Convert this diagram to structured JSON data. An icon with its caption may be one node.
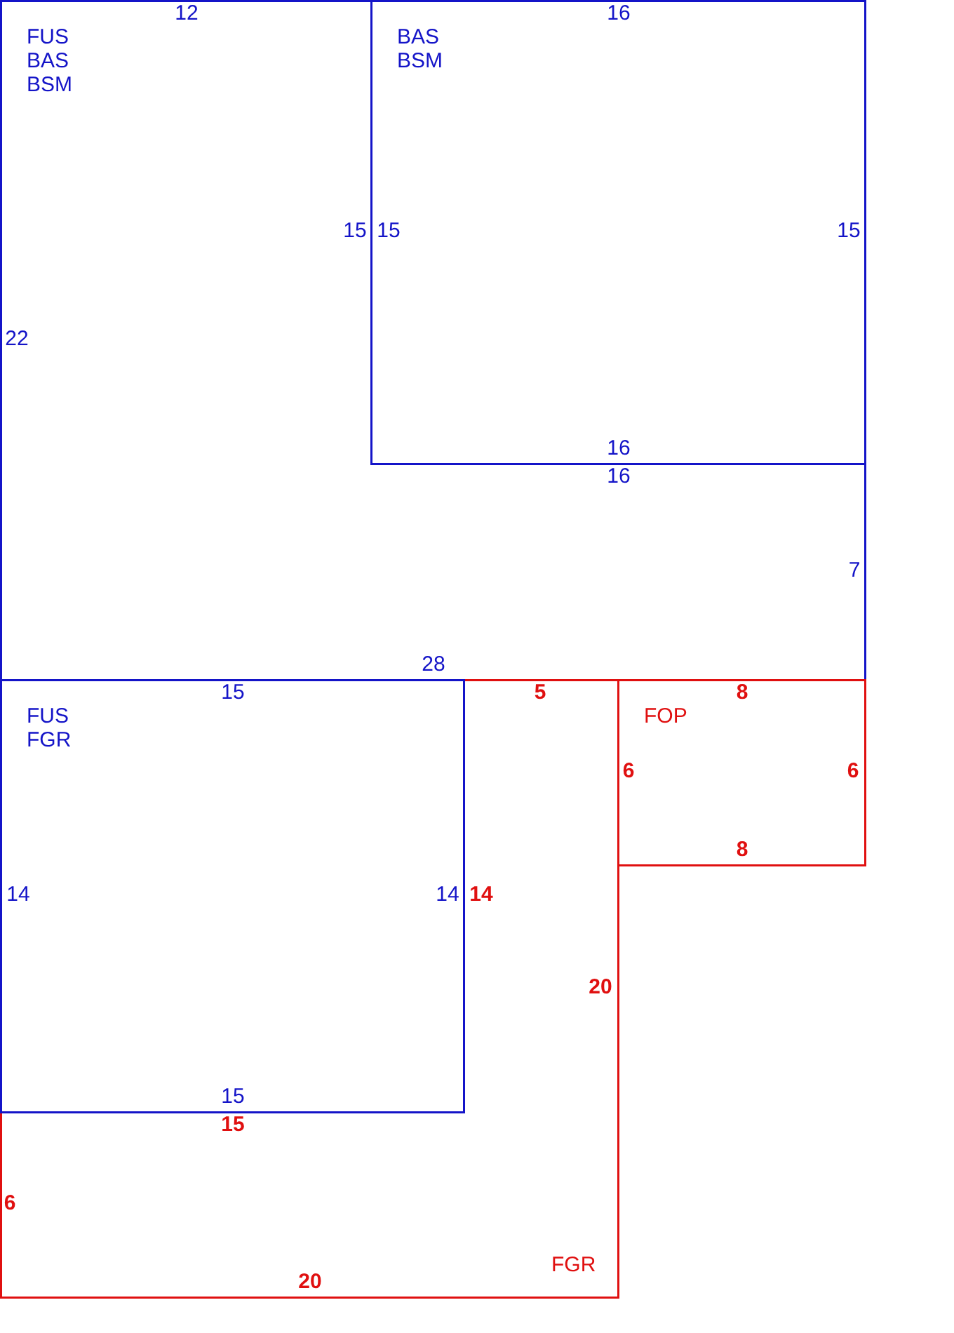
{
  "diagram": {
    "nodes": [
      {
        "text": [
          "FUS BAS BSM"
        ]
      },
      {
        "text": [
          "BAS BSM"
        ]
      },
      {
        "text": [
          "FUS FGR"
        ]
      },
      {
        "text": [
          "FOP"
        ]
      },
      {
        "text": [
          "FGR"
        ]
      }
    ],
    "labels": [
      "12",
      "16",
      "15",
      "15",
      "15",
      "22",
      "16",
      "16",
      "7",
      "28",
      "15",
      "5",
      "8",
      "6",
      "6",
      "8",
      "14",
      "14",
      "14",
      "20",
      "15",
      "15",
      "6",
      "20"
    ]
  }
}
